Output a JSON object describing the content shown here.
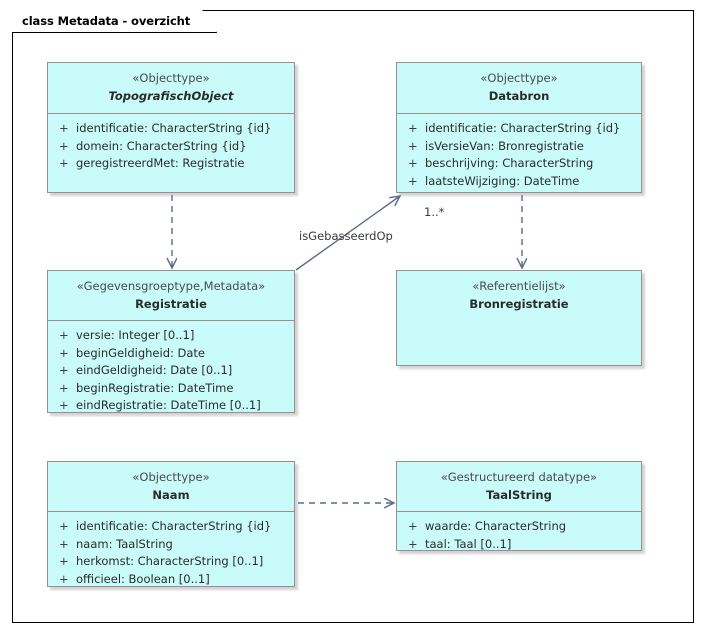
{
  "frame": {
    "title": "class Metadata - overzicht"
  },
  "palette": {
    "class_fill": "#c9fbfb",
    "class_border": "#9a8e8e",
    "connector": "#5b6a8a",
    "frame_border": "#000000",
    "text": "#2b2b2b",
    "stereotype_text": "#4a4a4a"
  },
  "classes": [
    {
      "id": "topografischobject",
      "stereotype": "«Objecttype»",
      "name": "TopografischObject",
      "abstract": true,
      "has_attr_compartment": true,
      "attributes": [
        {
          "visibility": "+",
          "text": "identificatie: CharacterString {id}"
        },
        {
          "visibility": "+",
          "text": "domein: CharacterString {id}"
        },
        {
          "visibility": "+",
          "text": "geregistreerdMet: Registratie"
        }
      ]
    },
    {
      "id": "databron",
      "stereotype": "«Objecttype»",
      "name": "Databron",
      "abstract": false,
      "has_attr_compartment": true,
      "attributes": [
        {
          "visibility": "+",
          "text": "identificatie: CharacterString {id}"
        },
        {
          "visibility": "+",
          "text": "isVersieVan: Bronregistratie"
        },
        {
          "visibility": "+",
          "text": "beschrijving: CharacterString"
        },
        {
          "visibility": "+",
          "text": "laatsteWijziging: DateTime"
        }
      ]
    },
    {
      "id": "registratie",
      "stereotype": "«Gegevensgroeptype,Metadata»",
      "name": "Registratie",
      "abstract": false,
      "has_attr_compartment": true,
      "attributes": [
        {
          "visibility": "+",
          "text": "versie: Integer [0..1]"
        },
        {
          "visibility": "+",
          "text": "beginGeldigheid: Date"
        },
        {
          "visibility": "+",
          "text": "eindGeldigheid: Date [0..1]"
        },
        {
          "visibility": "+",
          "text": "beginRegistratie: DateTime"
        },
        {
          "visibility": "+",
          "text": "eindRegistratie: DateTime [0..1]"
        }
      ]
    },
    {
      "id": "bronregistratie",
      "stereotype": "«Referentielijst»",
      "name": "Bronregistratie",
      "abstract": false,
      "has_attr_compartment": false,
      "attributes": []
    },
    {
      "id": "naam",
      "stereotype": "«Objecttype»",
      "name": "Naam",
      "abstract": false,
      "has_attr_compartment": true,
      "attributes": [
        {
          "visibility": "+",
          "text": "identificatie: CharacterString {id}"
        },
        {
          "visibility": "+",
          "text": "naam: TaalString"
        },
        {
          "visibility": "+",
          "text": "herkomst: CharacterString [0..1]"
        },
        {
          "visibility": "+",
          "text": "officieel: Boolean [0..1]"
        }
      ]
    },
    {
      "id": "taalstring",
      "stereotype": "«Gestructureerd datatype»",
      "name": "TaalString",
      "abstract": false,
      "has_attr_compartment": true,
      "attributes": [
        {
          "visibility": "+",
          "text": "waarde: CharacterString"
        },
        {
          "visibility": "+",
          "text": "taal: Taal [0..1]"
        }
      ]
    }
  ],
  "connectors": [
    {
      "id": "topografischobject-registratie",
      "from": "TopografischObject",
      "to": "Registratie",
      "style": "dashed",
      "arrow": "open",
      "label": "",
      "multiplicity": ""
    },
    {
      "id": "databron-bronregistratie",
      "from": "Databron",
      "to": "Bronregistratie",
      "style": "dashed",
      "arrow": "open",
      "label": "",
      "multiplicity": ""
    },
    {
      "id": "registratie-databron",
      "from": "Registratie",
      "to": "Databron",
      "style": "solid",
      "arrow": "open",
      "label": "isGebasseerdOp",
      "multiplicity": "1..*"
    },
    {
      "id": "naam-taalstring",
      "from": "Naam",
      "to": "TaalString",
      "style": "dashed",
      "arrow": "open",
      "label": "",
      "multiplicity": ""
    }
  ],
  "edge_labels": {
    "isGebasseerdOp": "isGebasseerdOp",
    "multiplicity_1_star": "1..*"
  }
}
